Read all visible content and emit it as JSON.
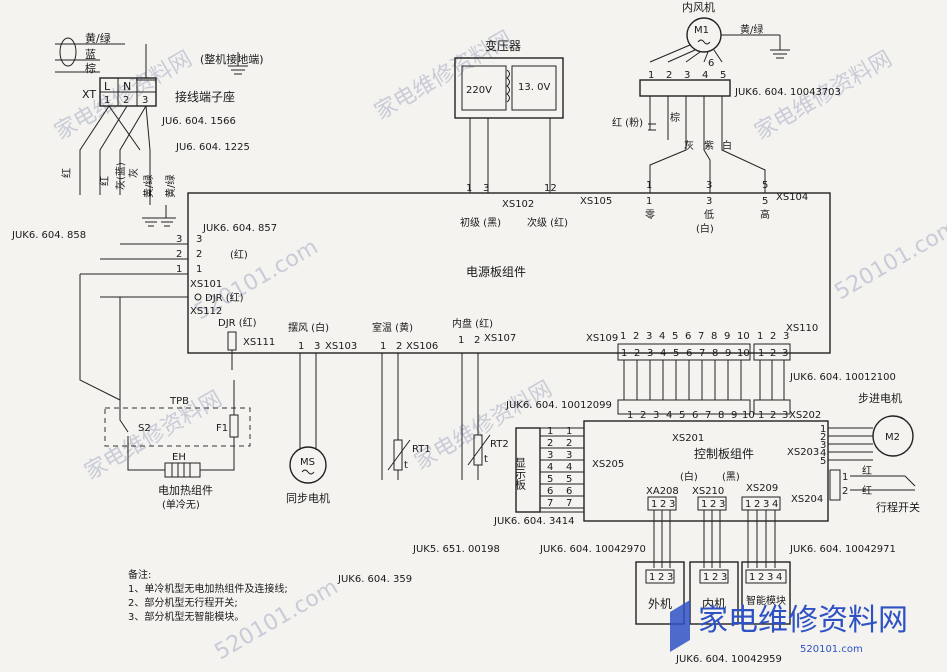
{
  "labels": {
    "yellow_green_tl": "黄/绿",
    "blue": "蓝",
    "brown": "棕",
    "xt": "XT",
    "L": "L",
    "N": "N",
    "xt_pins": [
      "1",
      "2",
      "3"
    ],
    "chassis_ground": "(整机接地端)",
    "terminal_block": "接线端子座",
    "p1566": "JU6. 604. 1566",
    "p1225": "JU6. 604. 1225",
    "left_wires": [
      "红",
      "红",
      "灰(蓝)",
      "灰",
      "黄/绿",
      "黄/绿"
    ],
    "p858": "JUK6. 604. 858",
    "p857": "JUK6. 604. 857",
    "xs101_pins": [
      "3",
      "2",
      "1"
    ],
    "red_paren": "(红)",
    "xs101": "XS101",
    "djr_red": "DJR (红)",
    "xs112": "XS112",
    "djr_red2": "DJR (红)",
    "xs111": "XS111",
    "transformer": "变压器",
    "v220": "220V",
    "v13": "13. 0V",
    "xs102_pins": [
      "1",
      "3"
    ],
    "xs102": "XS102",
    "pin12": "12",
    "primary": "初级 (黑)",
    "secondary": "次级 (红)",
    "xs105": "XS105",
    "fan_title": "内风机",
    "m1": "M1",
    "fan_pins": [
      "1",
      "2",
      "3",
      "4",
      "5",
      "6"
    ],
    "yellow_green_fan": "黄/绿",
    "p43703": "JUK6. 604. 10043703",
    "red_pink": "红 (粉)",
    "brown2": "棕",
    "gray": "灰",
    "purple": "紫",
    "white": "白",
    "xs104_pins": [
      "1",
      "3",
      "5"
    ],
    "xs104": "XS104",
    "zero": "零",
    "low": "低",
    "low_white": "(白)",
    "high": "高",
    "power_board": "电源板组件",
    "swing": "摆风 (白)",
    "xs103_pins": [
      "1",
      "3"
    ],
    "xs103": "XS103",
    "room_temp": "室温 (黄)",
    "xs106_pins": [
      "1",
      "2"
    ],
    "xs106": "XS106",
    "coil": "内盘 (红)",
    "xs107_pins": [
      "1",
      "2"
    ],
    "xs107": "XS107",
    "xs109": "XS109",
    "pins10": [
      "1",
      "2",
      "3",
      "4",
      "5",
      "6",
      "7",
      "8",
      "9",
      "10"
    ],
    "pins3": [
      "1",
      "2",
      "3"
    ],
    "xs110": "XS110",
    "p12100": "JUK6. 604. 10012100",
    "p12099": "JUK6. 604. 10012099",
    "xs202": "XS202",
    "stepper": "步进电机",
    "m2": "M2",
    "stepper_pins": [
      "1",
      "2",
      "3",
      "4",
      "5"
    ],
    "xs201": "XS201",
    "xs203": "XS203",
    "control_board": "控制板组件",
    "display": "显示板",
    "display_pins": [
      "1",
      "2",
      "3",
      "4",
      "5",
      "6",
      "7"
    ],
    "xs205": "XS205",
    "white2": "(白)",
    "black2": "(黑)",
    "xa208": "XA208",
    "xs210": "XS210",
    "xs209": "XS209",
    "xs204": "XS204",
    "travel_pins": [
      "1",
      "2"
    ],
    "red_a": "红",
    "red_b": "红",
    "travel_switch": "行程开关",
    "tpb": "TPB",
    "s2": "S2",
    "f1": "F1",
    "eh": "EH",
    "heater": "电加热组件",
    "cool_only": "(单冷无)",
    "ms": "MS",
    "sync_motor": "同步电机",
    "rt1": "RT1",
    "rt2": "RT2",
    "t": "t",
    "p3414": "JUK6. 604. 3414",
    "p00198": "JUK5. 651. 00198",
    "p42970": "JUK6. 604. 10042970",
    "p42971": "JUK6. 604. 10042971",
    "p42959": "JUK6. 604. 10042959",
    "p359": "JUK6. 604. 359",
    "outdoor": "外机",
    "indoor": "内机",
    "smart_module": "智能模块",
    "notes_title": "备注:",
    "note1": "1、单冷机型无电加热组件及连接线;",
    "note2": "2、部分机型无行程开关;",
    "note3": "3、部分机型无智能模块。",
    "watermark_cn": "家电维修资料网",
    "watermark_url": "520101.com",
    "brand_cn": "家电维修资料网",
    "brand_url": "520101.com"
  }
}
